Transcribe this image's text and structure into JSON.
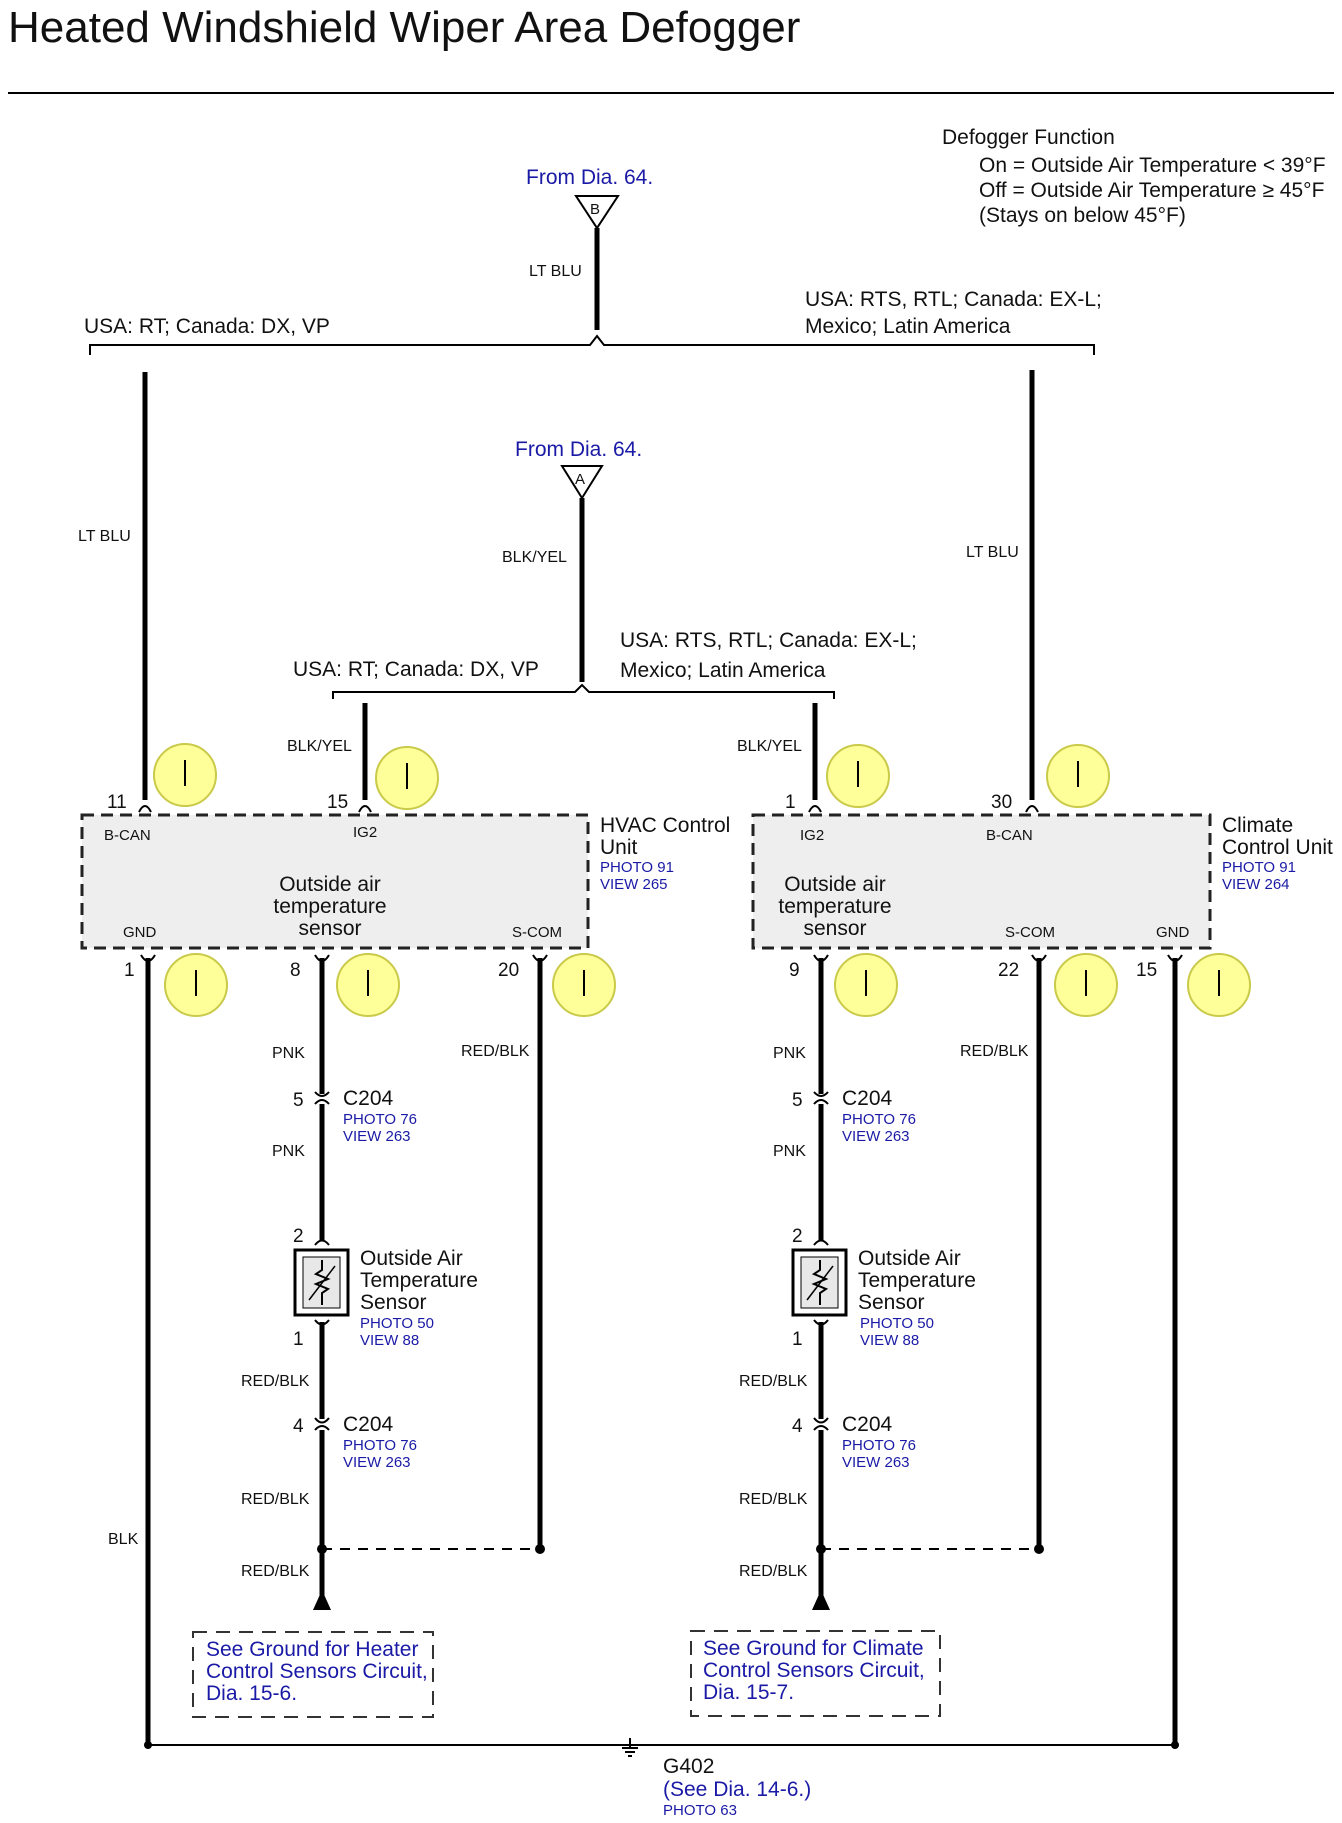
{
  "title": "Heated Windshield Wiper Area Defogger",
  "defogger_function": {
    "heading": "Defogger Function",
    "on": "On = Outside Air Temperature < 39°F",
    "off": "Off = Outside Air Temperature ≥ 45°F",
    "stays": "(Stays on below 45°F)"
  },
  "from_b": "From Dia. 64.",
  "from_a": "From Dia. 64.",
  "conn_b": "B",
  "conn_a": "A",
  "variant_left_1": "USA: RT; Canada: DX, VP",
  "variant_right_1_line1": "USA: RTS, RTL; Canada: EX-L;",
  "variant_right_1_line2": "Mexico; Latin America",
  "variant_left_2": "USA: RT; Canada: DX, VP",
  "variant_right_2_line1": "USA: RTS, RTL; Canada: EX-L;",
  "variant_right_2_line2": "Mexico; Latin America",
  "wires": {
    "lt_blu": "LT BLU",
    "blk_yel": "BLK/YEL",
    "pnk": "PNK",
    "red_blk": "RED/BLK",
    "blk": "BLK"
  },
  "hvac": {
    "name_line1": "HVAC Control",
    "name_line2": "Unit",
    "photo": "PHOTO 91",
    "view": "VIEW 265",
    "inner_line1": "Outside air",
    "inner_line2": "temperature",
    "inner_line3": "sensor",
    "bcan": "B-CAN",
    "ig2": "IG2",
    "gnd": "GND",
    "scom": "S-COM",
    "pin_bcan": "11",
    "pin_ig2": "15",
    "pin_gnd": "1",
    "pin_sensor": "8",
    "pin_scom": "20"
  },
  "climate": {
    "name_line1": "Climate",
    "name_line2": "Control Unit",
    "photo": "PHOTO 91",
    "view": "VIEW 264",
    "inner_line1": "Outside air",
    "inner_line2": "temperature",
    "inner_line3": "sensor",
    "ig2": "IG2",
    "bcan": "B-CAN",
    "scom": "S-COM",
    "gnd": "GND",
    "pin_ig2": "1",
    "pin_bcan": "30",
    "pin_sensor": "9",
    "pin_scom": "22",
    "pin_gnd": "15"
  },
  "c204": {
    "name": "C204",
    "photo": "PHOTO 76",
    "view": "VIEW 263",
    "pin_top": "5",
    "pin_bottom": "4"
  },
  "sensor": {
    "line1": "Outside Air",
    "line2": "Temperature",
    "line3": "Sensor",
    "photo": "PHOTO 50",
    "view": "VIEW 88",
    "pin_top": "2",
    "pin_bottom": "1"
  },
  "see_heater": {
    "line1": "See Ground for Heater",
    "line2": "Control Sensors Circuit,",
    "line3": "Dia.   15-6."
  },
  "see_climate": {
    "line1": "See Ground for Climate",
    "line2": "Control Sensors Circuit,",
    "line3": "Dia.   15-7."
  },
  "ground": {
    "name": "G402",
    "see": "(See Dia.  14-6.)",
    "photo": "PHOTO 63"
  }
}
